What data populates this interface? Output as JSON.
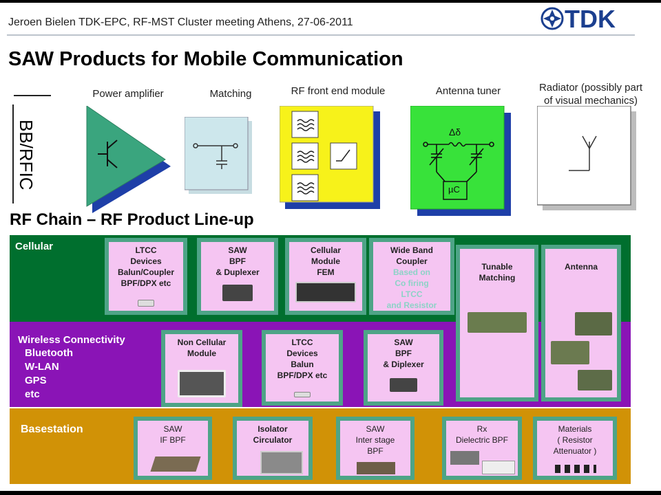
{
  "header": {
    "text": "Jeroen Bielen TDK-EPC, RF-MST Cluster meeting Athens, 27-06-2011",
    "logo": "TDK"
  },
  "title": "SAW Products for Mobile Communication",
  "subtitle": "RF Chain – RF Product Line-up",
  "diagram": {
    "bb_label": "BB/RFIC",
    "power_amplifier": "Power amplifier",
    "matching": "Matching",
    "rf_front_end": "RF front end module",
    "antenna_tuner": "Antenna tuner",
    "antenna_tuner_delta": "Δδ",
    "antenna_tuner_uc": "µC",
    "radiator_line1": "Radiator (possibly part",
    "radiator_line2": "of visual mechanics)"
  },
  "cellular": {
    "label": "Cellular",
    "cards": [
      {
        "lines": [
          "LTCC",
          "Devices",
          "Balun/Coupler",
          "BPF/DPX etc"
        ]
      },
      {
        "lines": [
          "SAW",
          "BPF",
          "& Duplexer"
        ]
      },
      {
        "lines": [
          "Cellular",
          "Module",
          "FEM"
        ]
      },
      {
        "lines": [
          "Wide Band",
          "Coupler"
        ],
        "extra": [
          "Based on",
          "Co firing",
          "LTCC",
          "and Resistor"
        ]
      }
    ],
    "tunable": "Tunable Matching",
    "antenna": "Antenna"
  },
  "wireless": {
    "label": "Wireless Connectivity",
    "items": [
      "Bluetooth",
      "W-LAN",
      "GPS",
      "etc"
    ],
    "cards": [
      {
        "lines": [
          "Non Cellular",
          "Module"
        ]
      },
      {
        "lines": [
          "LTCC",
          "Devices",
          "Balun",
          "BPF/DPX etc"
        ]
      },
      {
        "lines": [
          "SAW",
          "BPF",
          "& Diplexer"
        ]
      }
    ]
  },
  "basestation": {
    "label": "Basestation",
    "cards": [
      {
        "lines": [
          "SAW",
          "IF BPF"
        ],
        "bold": false
      },
      {
        "lines": [
          "Isolator",
          "Circulator"
        ],
        "bold": true
      },
      {
        "lines": [
          "SAW",
          "Inter stage",
          "BPF"
        ],
        "bold": false
      },
      {
        "lines": [
          "Rx",
          "Dielectric BPF"
        ],
        "bold": false
      },
      {
        "lines": [
          "Materials",
          "( Resistor",
          "Attenuator )"
        ],
        "bold": false
      }
    ]
  },
  "colors": {
    "cellular_band": "#006f2e",
    "wireless_band": "#8a14b6",
    "basestation_band": "#d19206",
    "card_fill": "#f5c5f2",
    "card_border": "#4ea487",
    "logo_blue": "#1b3f8f"
  }
}
